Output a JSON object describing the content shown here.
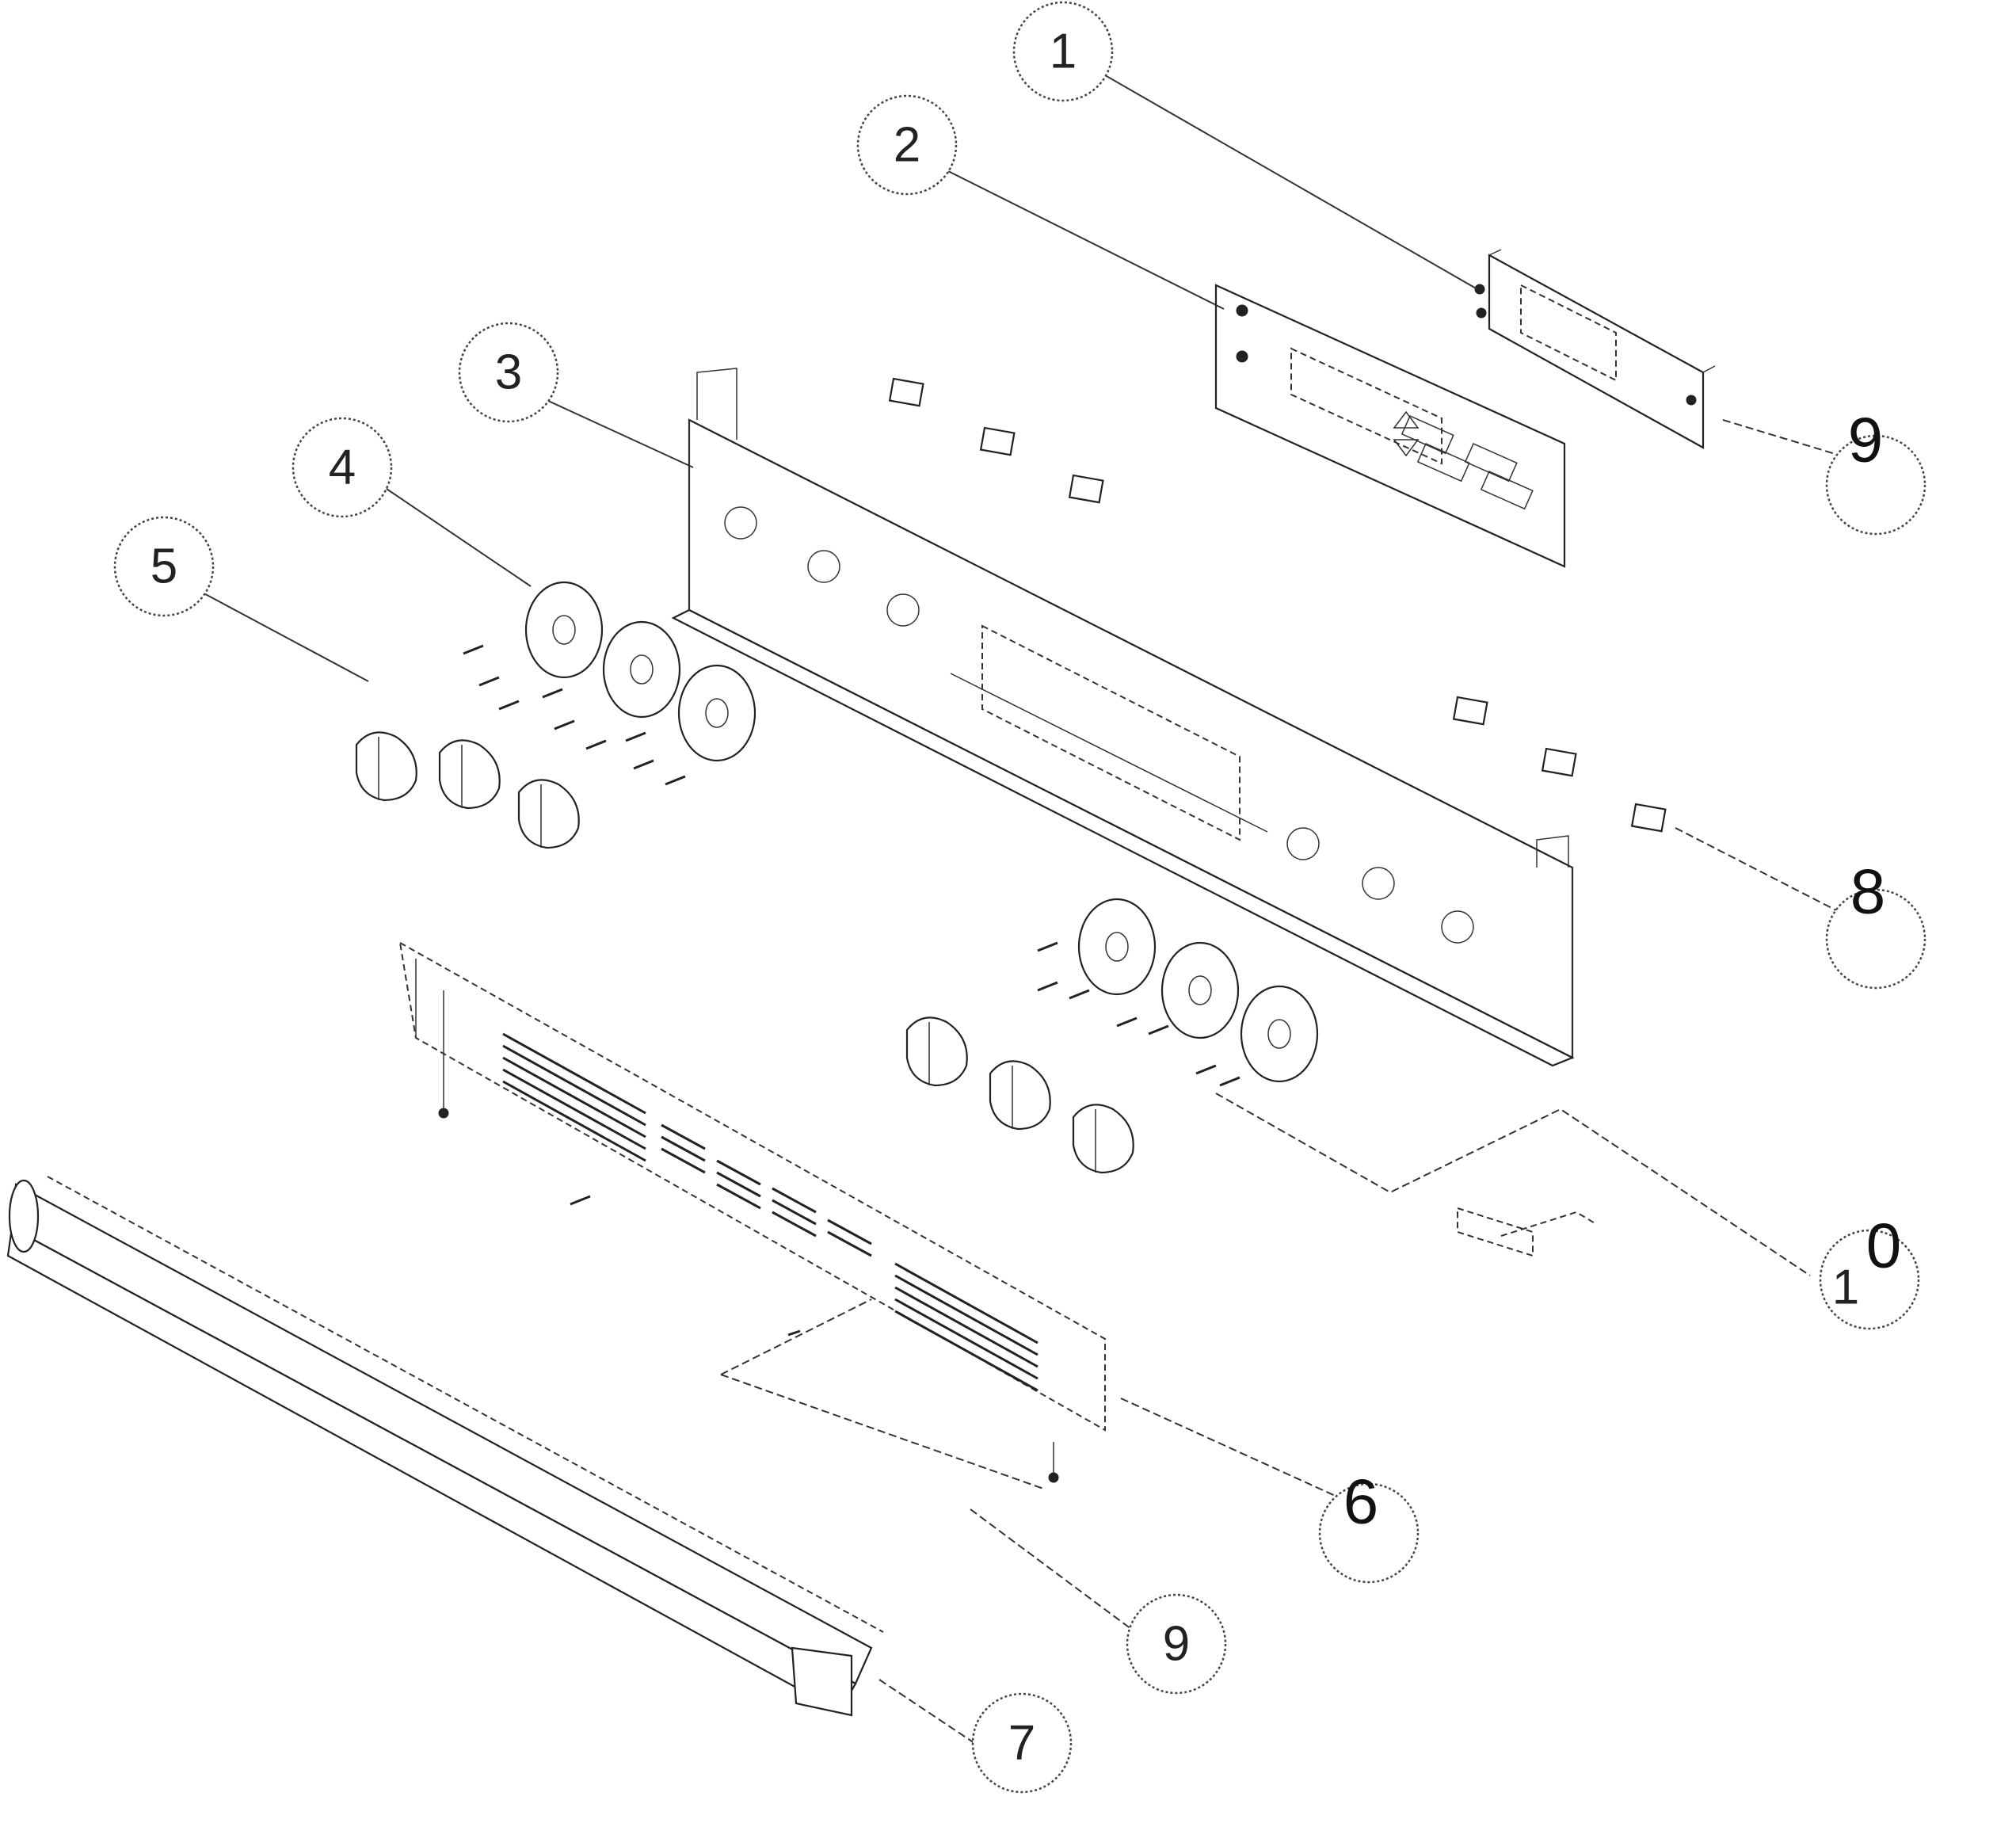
{
  "diagram": {
    "callouts": [
      {
        "id": "1",
        "label": "1"
      },
      {
        "id": "2",
        "label": "2"
      },
      {
        "id": "3",
        "label": "3"
      },
      {
        "id": "4",
        "label": "4"
      },
      {
        "id": "5",
        "label": "5"
      },
      {
        "id": "6",
        "label": "6"
      },
      {
        "id": "7",
        "label": "7"
      },
      {
        "id": "8",
        "label": "8"
      },
      {
        "id": "9a",
        "label": "9"
      },
      {
        "id": "9b",
        "label": "9"
      },
      {
        "id": "10",
        "label_a": "1",
        "label_b": "0"
      }
    ]
  }
}
